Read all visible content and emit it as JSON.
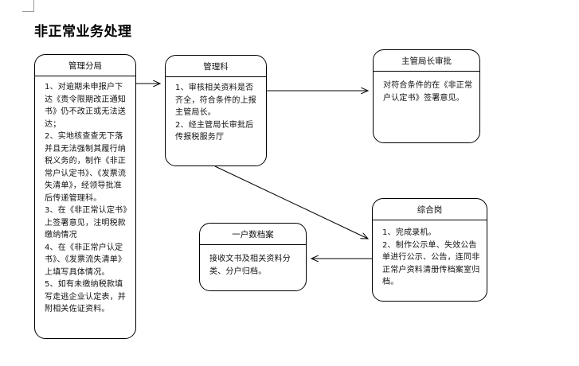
{
  "title": "非正常业务处理",
  "nodes": {
    "fenju": {
      "header": "管理分局",
      "body": [
        "1、对逾期未申报户下达《责令限期改正通知书》仍不改正或无法送达；",
        "2、实地核查查无下落并且无法强制其履行纳税义务的，制作《非正常户认定书》、《发票流失清单》，经领导批准后传递管理科。",
        "3、在《非正常认定书》上签署意见，注明税款缴纳情况",
        "4、在《非正常户认定书》、《发票流失清单》上填写具体情况。",
        "5、如有未缴纳税款填写走逃企业认定表，并附相关佐证资料。"
      ]
    },
    "guanli": {
      "header": "管理科",
      "body": [
        "1、审核相关资料是否齐全，符合条件的上报主管局长。",
        "2、经主管局长审批后传报税服务厅"
      ]
    },
    "juzhang": {
      "header": "主管局长审批",
      "body": [
        "对符合条件的在《非正常户认定书》签署意见。"
      ]
    },
    "zonghe": {
      "header": "综合岗",
      "body": [
        "1、完成录机。",
        "2、制作公示单、失效公告单进行公示、公告，连同非正常户资料清册传档案室归档。"
      ]
    },
    "dangan": {
      "header": "一户数档案",
      "body": [
        "接收文书及相关资料分类、分户归档。"
      ]
    }
  }
}
